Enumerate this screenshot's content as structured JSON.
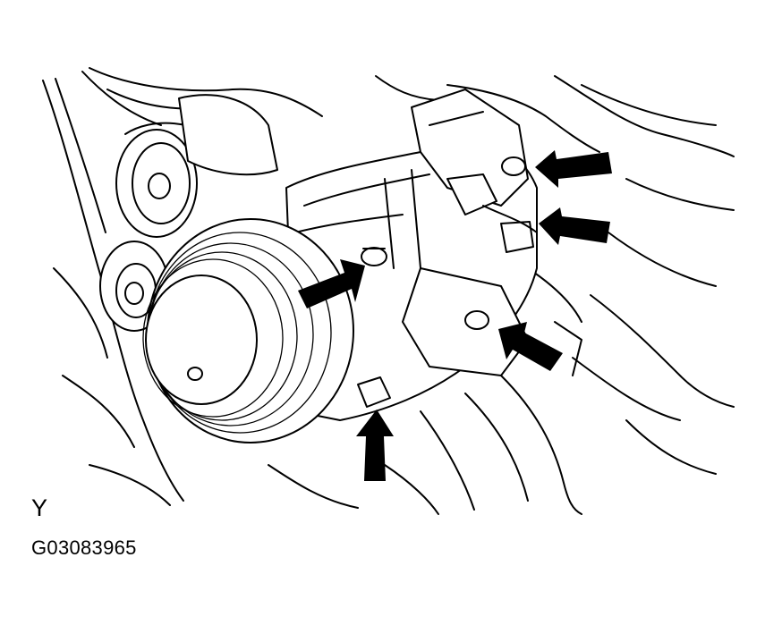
{
  "diagram": {
    "view_label": "Y",
    "figure_code": "G03083965"
  },
  "arrows": [
    {
      "id": "arrow-compressor-upper-bolt"
    },
    {
      "id": "arrow-rear-upper-bolt"
    },
    {
      "id": "arrow-connector"
    },
    {
      "id": "arrow-rear-lower-bolt"
    },
    {
      "id": "arrow-lower-bolt"
    }
  ]
}
